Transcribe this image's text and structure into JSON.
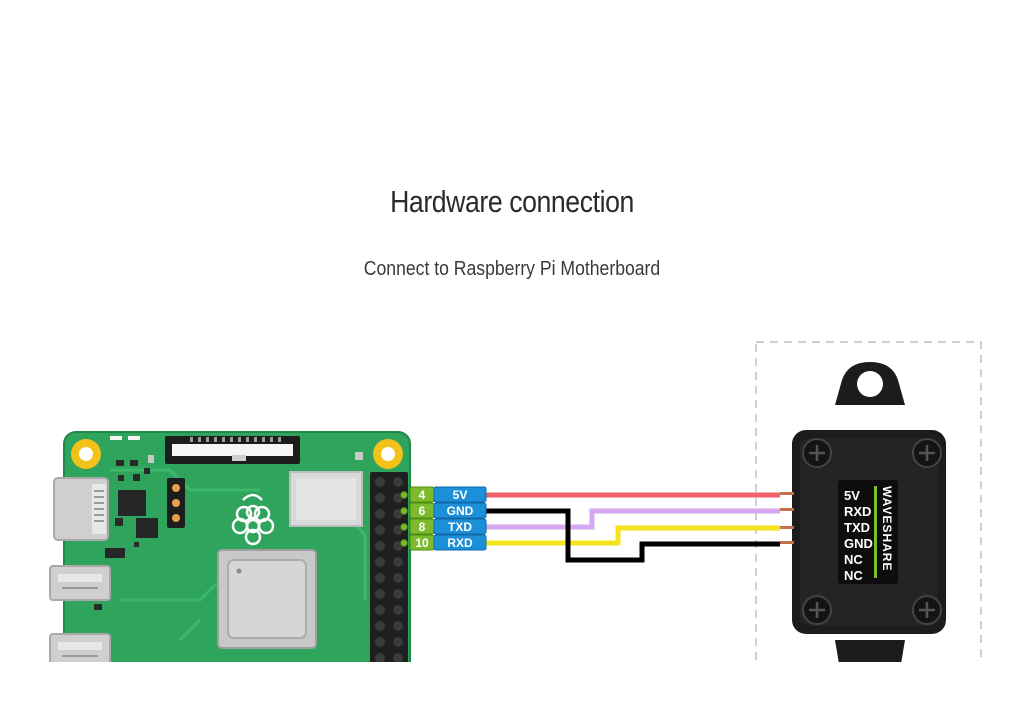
{
  "header": {
    "title": "Hardware connection",
    "subtitle": "Connect to Raspberry Pi Motherboard"
  },
  "pi_pins": [
    {
      "number": "4",
      "label": "5V"
    },
    {
      "number": "6",
      "label": "GND"
    },
    {
      "number": "8",
      "label": "TXD"
    },
    {
      "number": "10",
      "label": "RXD"
    }
  ],
  "sensor_pins": [
    "5V",
    "RXD",
    "TXD",
    "GND",
    "NC",
    "NC"
  ],
  "sensor_brand": "WAVESHARE",
  "colors": {
    "board_green": "#2fa45c",
    "pin_number_green": "#7cbc2a",
    "pin_label_blue": "#1b8fd8",
    "wire_5v": "#f0616b",
    "wire_gnd": "#000000",
    "wire_txd": "#d7a8f2",
    "wire_rxd": "#f5e31c"
  }
}
